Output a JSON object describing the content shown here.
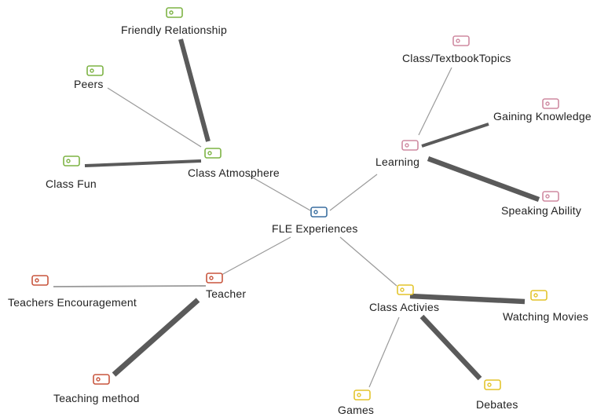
{
  "colors": {
    "edge": "#5a5a5a",
    "thin_edge": "#9a9a9a",
    "root": "#3b6fa0",
    "atmosphere": "#7db344",
    "learning": "#cf8aa1",
    "teacher": "#c8553d",
    "activities": "#e3c42c"
  },
  "nodes": {
    "root": {
      "label": "FLE Experiences",
      "icon": "code-tag-icon"
    },
    "class_atmosphere": {
      "label": "Class Atmosphere",
      "icon": "code-tag-icon"
    },
    "friendly_relationship": {
      "label": "Friendly Relationship",
      "icon": "code-tag-icon"
    },
    "peers": {
      "label": "Peers",
      "icon": "code-tag-icon"
    },
    "class_fun": {
      "label": "Class Fun",
      "icon": "code-tag-icon"
    },
    "learning": {
      "label": "Learning",
      "icon": "code-tag-icon"
    },
    "textbook_topics": {
      "label": "Class/TextbookTopics",
      "icon": "code-tag-icon"
    },
    "gaining_knowledge": {
      "label": "Gaining Knowledge",
      "icon": "code-tag-icon"
    },
    "speaking_ability": {
      "label": "Speaking Ability",
      "icon": "code-tag-icon"
    },
    "teacher": {
      "label": "Teacher",
      "icon": "code-tag-icon"
    },
    "teachers_encouragement": {
      "label": "Teachers Encouragement",
      "icon": "code-tag-icon"
    },
    "teaching_method": {
      "label": "Teaching method",
      "icon": "code-tag-icon"
    },
    "class_activities": {
      "label": "Class Activies",
      "icon": "code-tag-icon"
    },
    "watching_movies": {
      "label": "Watching Movies",
      "icon": "code-tag-icon"
    },
    "games": {
      "label": "Games",
      "icon": "code-tag-icon"
    },
    "debates": {
      "label": "Debates",
      "icon": "code-tag-icon"
    }
  }
}
